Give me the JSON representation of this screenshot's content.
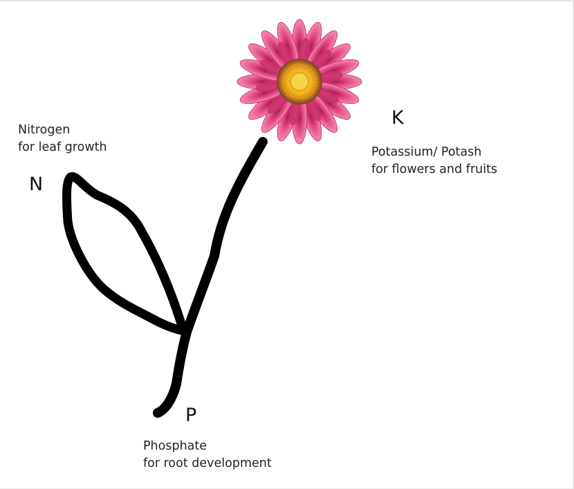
{
  "nutrients": {
    "nitrogen": {
      "symbol": "N",
      "name": "Nitrogen",
      "role": "for leaf growth"
    },
    "potassium": {
      "symbol": "K",
      "name": "Potassium/ Potash",
      "role": "for flowers and fruits"
    },
    "phosphate": {
      "symbol": "P",
      "name": "Phosphate",
      "role": "for root development"
    }
  },
  "colors": {
    "stem": "#000000",
    "petal": "#e0447f",
    "petal_light": "#f47aa8",
    "petal_dark": "#b8245c",
    "disc_outer": "#8a4a2a",
    "disc_inner": "#f2b21b",
    "disc_center": "#f7d44a"
  },
  "icons": {
    "flower": "daisy-flower-icon",
    "plant": "plant-stem-leaf-icon"
  }
}
